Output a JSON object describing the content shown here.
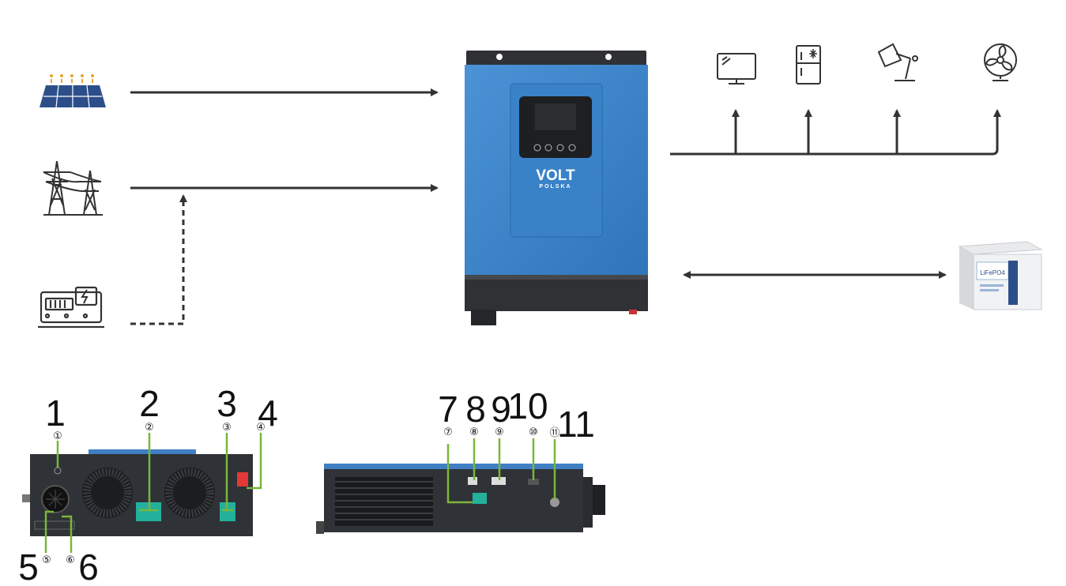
{
  "device": {
    "brand": "VOLT",
    "brand_sub": "POLSKA"
  },
  "sources": [
    "solar-panel",
    "power-grid",
    "generator"
  ],
  "loads": [
    "monitor",
    "refrigerator",
    "lamp",
    "fan"
  ],
  "battery_label": "LiFePO4",
  "callouts": {
    "big": [
      "1",
      "2",
      "3",
      "4",
      "5",
      "6",
      "7",
      "8",
      "9",
      "10",
      "11"
    ],
    "circled": [
      "①",
      "②",
      "③",
      "④",
      "⑤",
      "⑥",
      "⑦",
      "⑧",
      "⑨",
      "⑩",
      "⑪"
    ]
  },
  "colors": {
    "housing_blue": "#3f86c9",
    "housing_dark": "#2f3135",
    "arrow": "#333333",
    "leader": "#7bb63a"
  }
}
